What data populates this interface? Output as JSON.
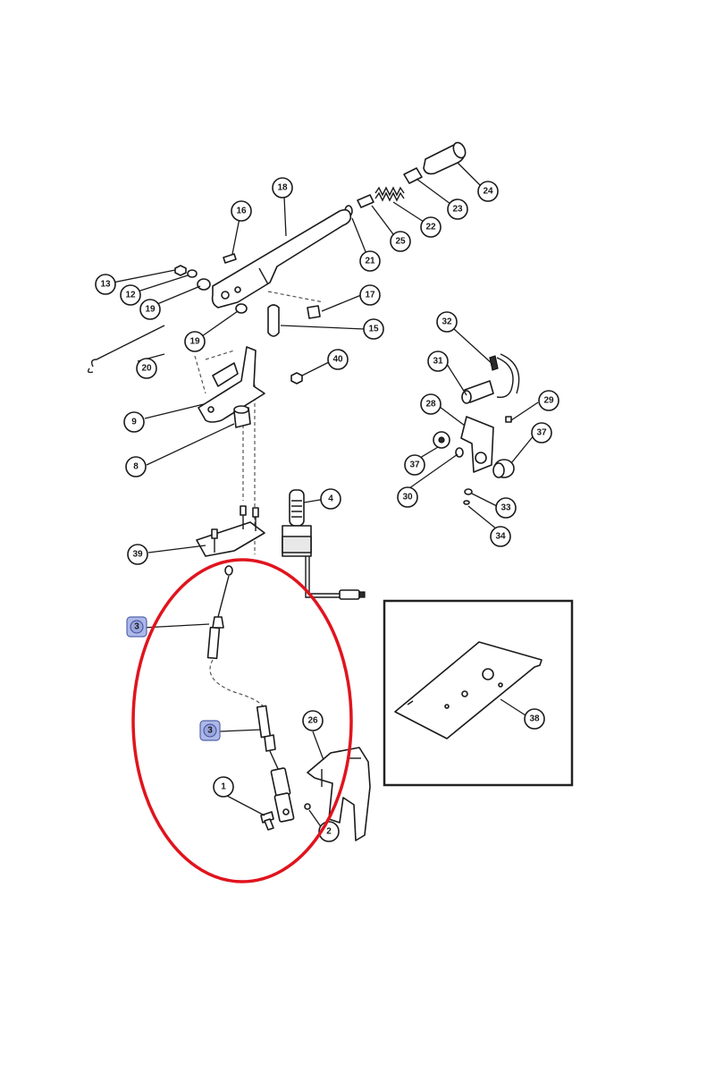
{
  "callouts": [
    {
      "id": "c24",
      "label": "24"
    },
    {
      "id": "c23",
      "label": "23"
    },
    {
      "id": "c22",
      "label": "22"
    },
    {
      "id": "c25",
      "label": "25"
    },
    {
      "id": "c21",
      "label": "21"
    },
    {
      "id": "c18",
      "label": "18"
    },
    {
      "id": "c16",
      "label": "16"
    },
    {
      "id": "c13",
      "label": "13"
    },
    {
      "id": "c12",
      "label": "12"
    },
    {
      "id": "c19a",
      "label": "19"
    },
    {
      "id": "c17",
      "label": "17"
    },
    {
      "id": "c15",
      "label": "15"
    },
    {
      "id": "c19b",
      "label": "19"
    },
    {
      "id": "c20",
      "label": "20"
    },
    {
      "id": "c40",
      "label": "40"
    },
    {
      "id": "c9",
      "label": "9"
    },
    {
      "id": "c8",
      "label": "8"
    },
    {
      "id": "c32",
      "label": "32"
    },
    {
      "id": "c31",
      "label": "31"
    },
    {
      "id": "c28",
      "label": "28"
    },
    {
      "id": "c29",
      "label": "29"
    },
    {
      "id": "c37a",
      "label": "37"
    },
    {
      "id": "c37b",
      "label": "37"
    },
    {
      "id": "c30",
      "label": "30"
    },
    {
      "id": "c33",
      "label": "33"
    },
    {
      "id": "c34",
      "label": "34"
    },
    {
      "id": "c4",
      "label": "4"
    },
    {
      "id": "c39",
      "label": "39"
    },
    {
      "id": "c26",
      "label": "26"
    },
    {
      "id": "c1",
      "label": "1"
    },
    {
      "id": "c2",
      "label": "2"
    },
    {
      "id": "c38",
      "label": "38"
    }
  ],
  "highlighted_callouts": [
    {
      "id": "h3a",
      "label": "3"
    },
    {
      "id": "h3b",
      "label": "3"
    }
  ],
  "colors": {
    "highlight_ring": "#e0141e",
    "highlight_badge": "#aeb8e8",
    "ink": "#1a1a1a"
  }
}
